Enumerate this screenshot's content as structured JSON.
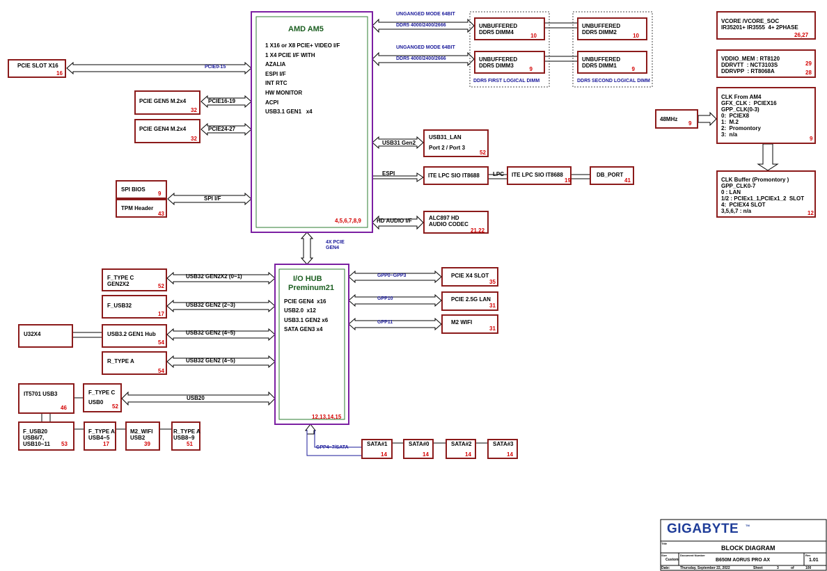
{
  "cpu": {
    "title": "AMD AM5",
    "features": "1 X16 or X8 PCIE+ VIDEO I/F\n1 X4 PCIE I/F WITH\nAZALIA\nESPI I/F\nINT RTC\nHW MONITOR\nACPI\nUSB3.1 GEN1   x4",
    "pages": "4,5,6,7,8,9"
  },
  "iohub": {
    "title1": "I/O HUB",
    "title2": "Preminum21",
    "features": "PCIE GEN4  x16\nUSB2.0  x12\nUSB3.1 GEN2 x6\nSATA GEN3 x4",
    "pages": "12,13,14,15"
  },
  "ddr": {
    "mode_top": "UNGANGED MODE 64BIT",
    "speed_top": "DDR5 4000/2400/2666",
    "mode_bottom": "UNGANGED MODE 64BIT",
    "speed_bottom": "DDR5 4000/2400/2666",
    "first_logical": "DDR5 FIRST LOGICAL DIMM",
    "second_logical": "DDR5 SECOND LOGICAL DIMM",
    "dimm4": {
      "label": "UNBUFFERED\nDDR5 DIMM4",
      "page": "10"
    },
    "dimm3": {
      "label": "UNBUFFERED\nDDR5 DIMM3",
      "page": "9"
    },
    "dimm2": {
      "label": "UNBUFFERED\nDDR5 DIMM2",
      "page": "10"
    },
    "dimm1": {
      "label": "UNBUFFERED\nDDR5 DIMM1",
      "page": "9"
    }
  },
  "left_cpu": {
    "pcie_slot": {
      "label": "PCIE SLOT X16",
      "page": "16",
      "bus": "PCIE0-15"
    },
    "m2_gen5": {
      "label": "PCIE GEN5  M.2x4",
      "page": "32",
      "bus": "PCIE16-19"
    },
    "m2_gen4": {
      "label": "PCIE GEN4  M.2x4",
      "page": "32",
      "bus": "PCIE24-27"
    },
    "spi_bios": {
      "label": "SPI BIOS",
      "page": "9"
    },
    "tpm": {
      "label": "TPM Header",
      "page": "43"
    },
    "spi_bus": "SPI I/F"
  },
  "right_cpu": {
    "usb31_lan": {
      "label": "USB31_LAN\n\nPort 2 / Port 3",
      "page": "52",
      "bus": "USB31 Gen2"
    },
    "ite1": {
      "label": "ITE LPC SIO IT8688",
      "bus": "ESPI"
    },
    "lpc": "LPC",
    "ite2": {
      "label": "ITE LPC SIO IT8688",
      "page": "19"
    },
    "db_port": {
      "label": "DB_PORT",
      "page": "41"
    },
    "alc": {
      "label": "ALC897 HD\nAUDIO CODEC",
      "page": "21,22",
      "bus": "HD AUDIO I/F"
    }
  },
  "power": {
    "vcore": {
      "label": "VCORE /VCORE_SOC\nIR35201+ IR3555  4+ 2PHASE",
      "page": "26,27"
    },
    "vddio": {
      "label": "VDDIO_MEM : RT8120\nDDRVTT  : NCT3103S\nDDRVPP  : RT8068A",
      "page1": "29",
      "page2": "28"
    }
  },
  "clock": {
    "osc": {
      "label": "48MHz",
      "page": "9"
    },
    "clk_am4": {
      "label": "CLK From AM4\nGFX_CLK :  PCIEX16\nGPP_CLK(0-3)\n0:  PCIEX8\n1:  M.2\n2:  Promontory\n3:  n/a",
      "page": "9"
    },
    "clk_buf": {
      "label": "CLK Buffer (Promontory )\nGPP_CLK0-7\n0 : LAN\n1/2 : PCIEx1_1,PCIEx1_2  SLOT\n4:  PCIEX4 SLOT\n3,5,6,7 : n/a",
      "page": "12"
    }
  },
  "link_4x": "4X PCIE\nGEN4",
  "left_io": {
    "f_type_c_gen2": {
      "label": "F_TYPE C\nGEN2X2",
      "page": "52",
      "bus": "USB32 GEN2X2 (0~1)"
    },
    "f_usb32": {
      "label": "F_USB32",
      "page": "17",
      "bus": "USB32 GEN2 (2~3)"
    },
    "u32x4": {
      "label": "U32X4"
    },
    "usb32_hub": {
      "label": "USB3.2 GEN1 Hub",
      "page": "54",
      "bus": "USB32 GEN2 (4~5)"
    },
    "r_type_a": {
      "label": "R_TYPE A",
      "page": "54",
      "bus": "USB32 GEN2 (4~5)"
    },
    "it5701": {
      "label": "IT5701 USB3",
      "page": "46"
    },
    "f_type_c_usb0": {
      "label": "F_TYPE C\n\nUSB0",
      "page": "52",
      "bus": "USB20"
    },
    "f_usb20": {
      "label": "F_USB20\nUSB6/7,\nUSB10~11",
      "page": "53"
    },
    "f_type_a": {
      "label": "F_TYPE A\nUSB4~5",
      "page": "17"
    },
    "m2_wifi_usb": {
      "label": "M2_WIFI\nUSB2",
      "page": "39"
    },
    "r_type_a_usb": {
      "label": "R_TYPE A\nUSB8~9",
      "page": "51"
    }
  },
  "right_io": {
    "pcie_x4_slot": {
      "label": "PCIE X4 SLOT",
      "page": "35",
      "bus": "GPP0~GPP3"
    },
    "lan": {
      "label": "PCIE 2.5G LAN",
      "page": "31",
      "bus": "GPP10"
    },
    "m2_wifi": {
      "label": "M2 WIFI",
      "page": "31",
      "bus": "GPP11"
    }
  },
  "sata": {
    "bus": "GPP4~7/SATA",
    "ports": [
      {
        "label": "SATA#1",
        "page": "14"
      },
      {
        "label": "SATA#0",
        "page": "14"
      },
      {
        "label": "SATA#2",
        "page": "14"
      },
      {
        "label": "SATA#3",
        "page": "14"
      }
    ]
  },
  "titleblock": {
    "logo": "GIGABYTE",
    "tm": "TM",
    "title_label": "Title",
    "title": "BLOCK DIAGRAM",
    "size_label": "Size",
    "size": "Custom",
    "doc_label": "Document Number",
    "doc": "B650M AORUS PRO AX",
    "rev_label": "Rev",
    "rev": "1.01",
    "date_label": "Date:",
    "date": "Thursday, September 22, 2022",
    "sheet_label": "Sheet",
    "sheet": "3",
    "of_label": "of",
    "total": "100"
  },
  "colors": {
    "box": "#8b1a1a",
    "chip": "#7b1fa2",
    "chip_inner": "#2e7d32",
    "title_green": "#1b5e20",
    "page_red": "#d40000",
    "bus_blue": "#1a1a9a",
    "logo_blue": "#1f3d99"
  }
}
